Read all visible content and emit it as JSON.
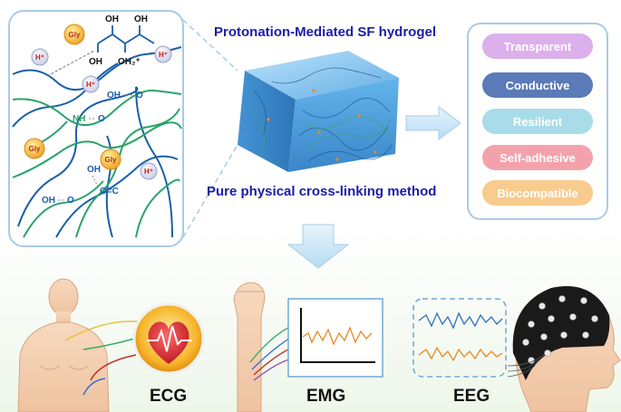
{
  "titles": {
    "top": "Protonation-Mediated SF hydrogel",
    "bottom": "Pure physical cross-linking method"
  },
  "network": {
    "gly": "Gly",
    "proton": "H⁺",
    "molecule_oh": "OH",
    "molecule_oh2": "OH₂⁺",
    "oh": "OH",
    "o": "O",
    "nh": "NH",
    "oc": "O=C"
  },
  "properties": [
    {
      "label": "Transparent",
      "color": "#dcb0ea"
    },
    {
      "label": "Conductive",
      "color": "#5a7ab8"
    },
    {
      "label": "Resilient",
      "color": "#a8dce8"
    },
    {
      "label": "Self-adhesive",
      "color": "#f3a2ac"
    },
    {
      "label": "Biocompatible",
      "color": "#f8cb8e"
    }
  ],
  "applications": {
    "ecg": "ECG",
    "emg": "EMG",
    "eeg": "EEG"
  },
  "colors": {
    "headline": "#1c1ca8",
    "panel_border": "#a9cbe6",
    "network_blue": "#1a5fa8",
    "network_green": "#2ba36a",
    "arrow": "#cfe8f7",
    "gel": "#6bb6e8"
  }
}
